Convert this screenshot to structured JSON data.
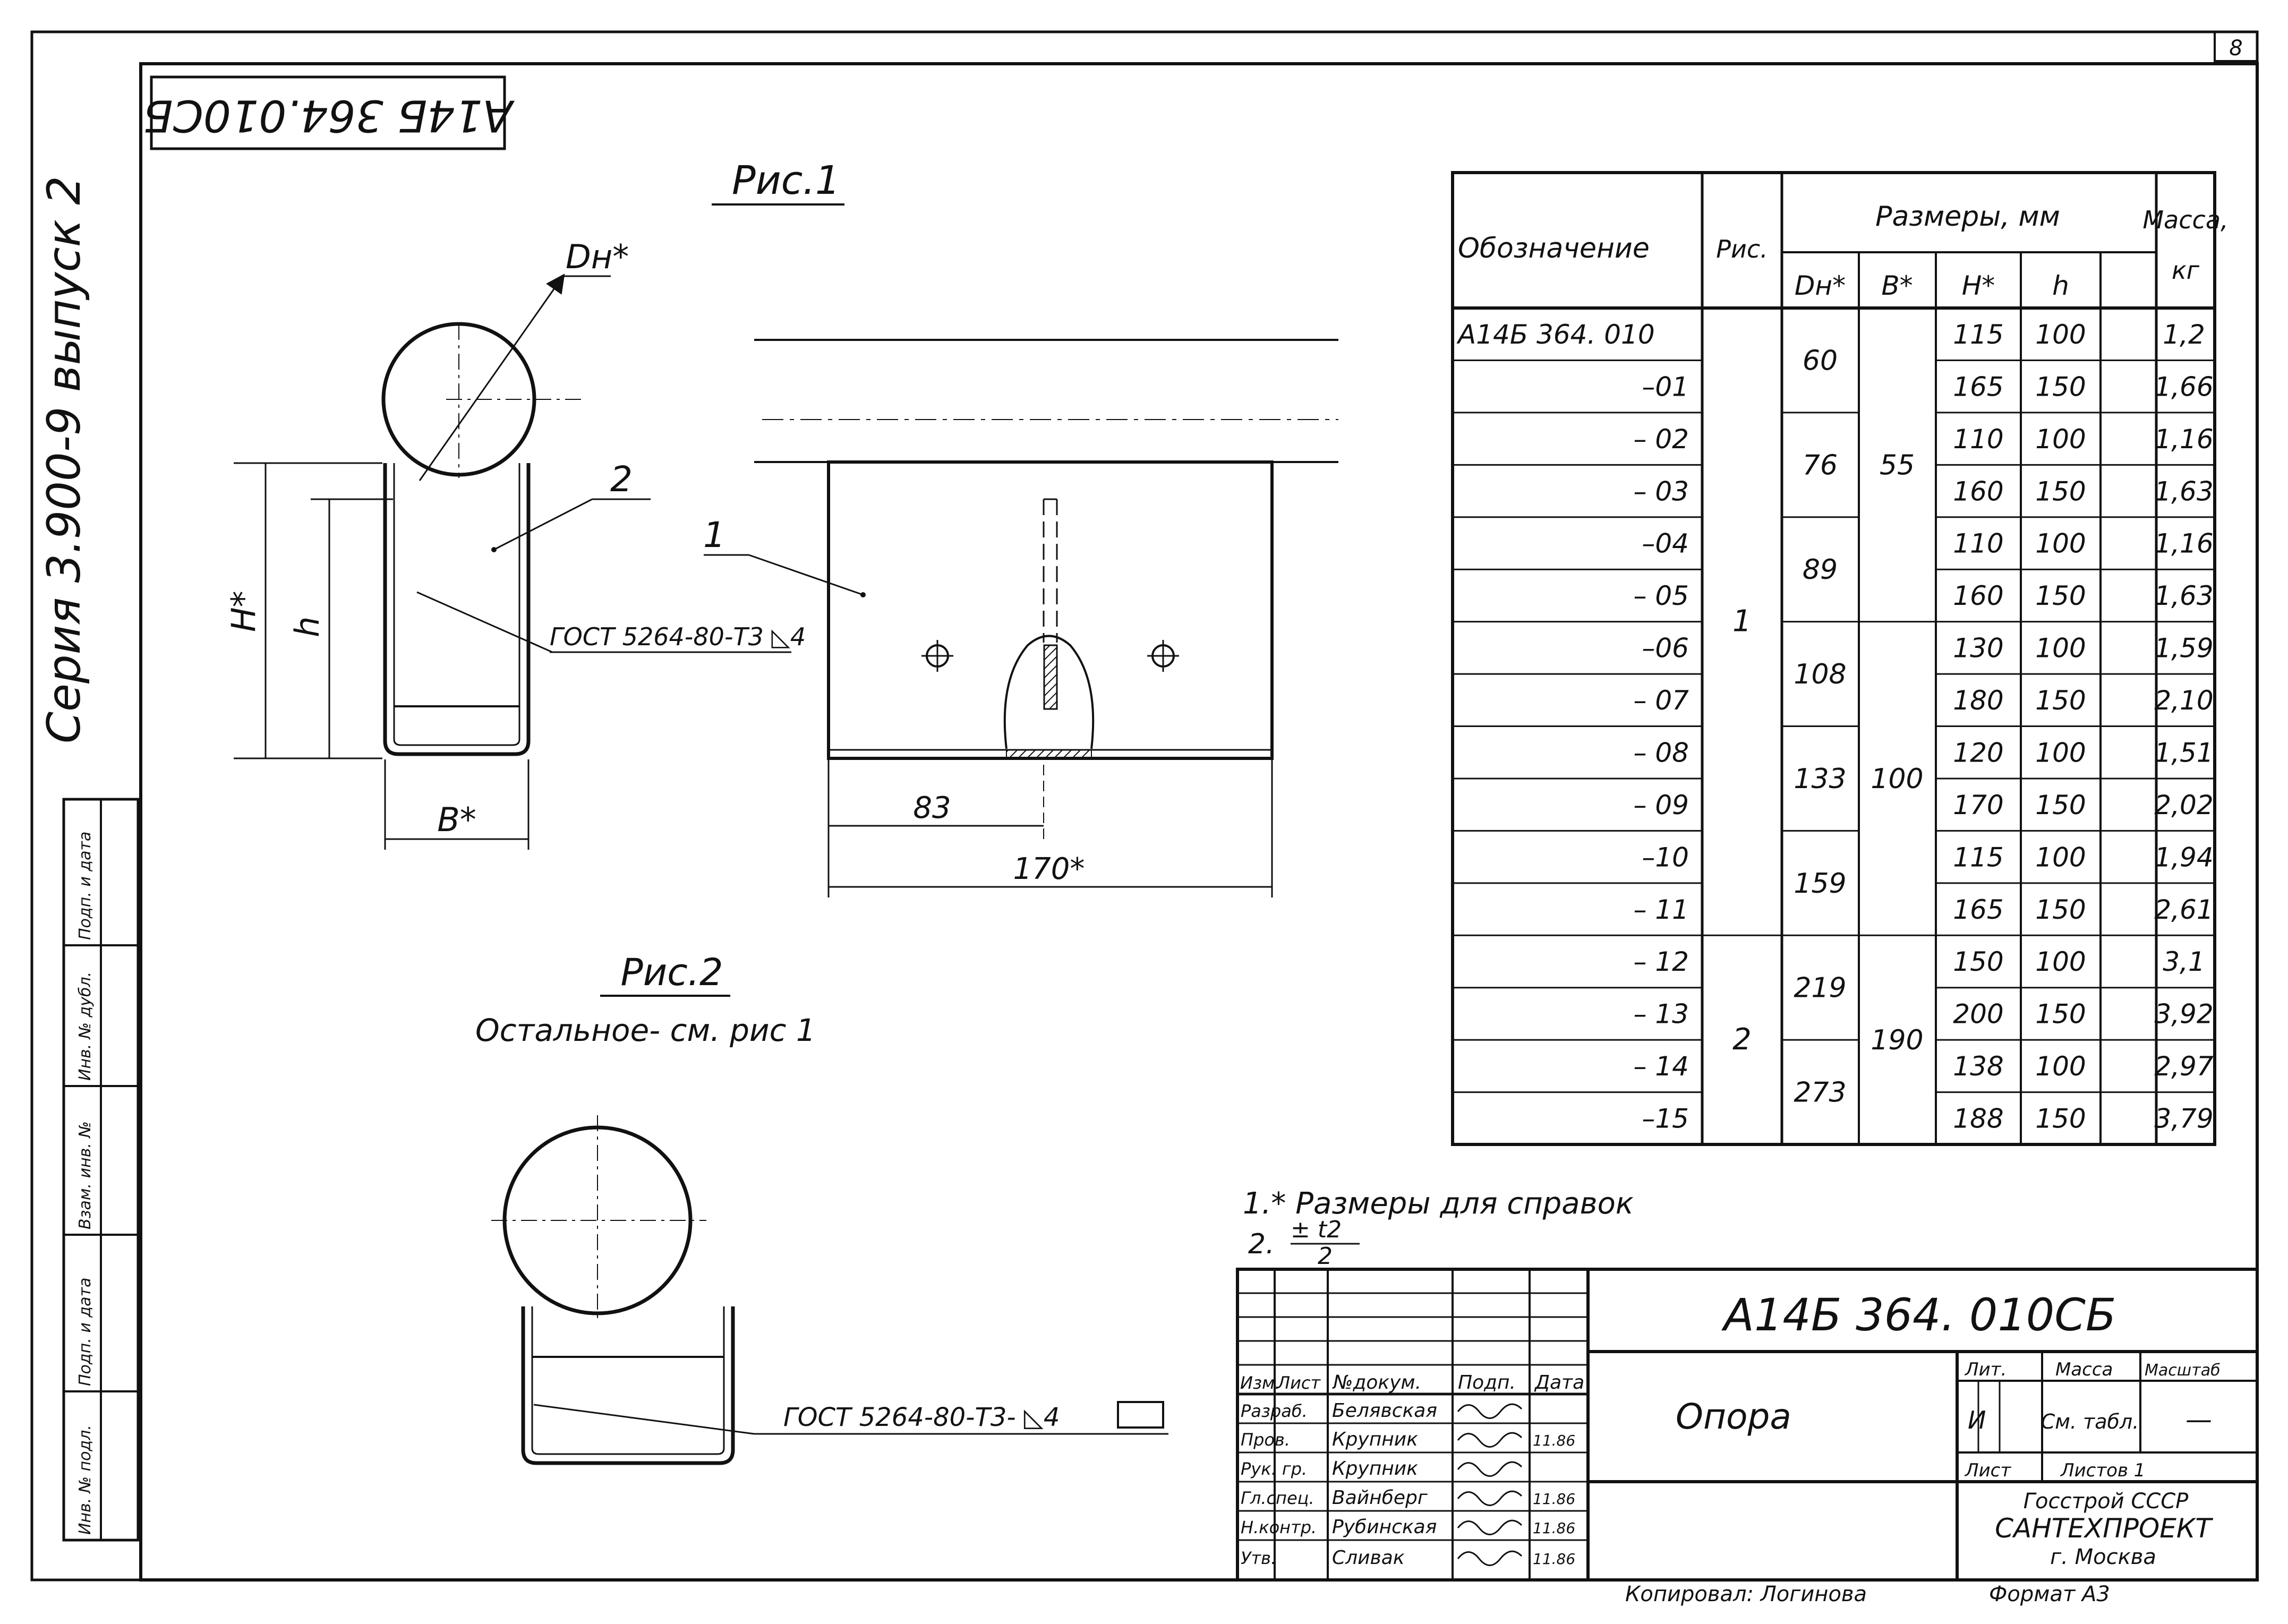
{
  "sheet_number": "8",
  "stamp_code": "А14Б 364.010СБ",
  "series_text": "Серия 3.900-9 выпуск 2",
  "colors": {
    "ink": "#111111",
    "paper": "#ffffff"
  },
  "fig1": {
    "caption": "Рис.1",
    "dn_label": "Dн*",
    "h_star_label": "Н*",
    "h_label": "h",
    "b_star_label": "В*",
    "callout_2": "2",
    "callout_1": "1",
    "weld_note": "ГОСТ 5264-80-Т3 ◺4",
    "dim_83": "83",
    "dim_170": "170*"
  },
  "fig2": {
    "caption": "Рис.2",
    "note": "Остальное- см. рис 1",
    "weld_note": "ГОСТ 5264-80-Т3- ◺4"
  },
  "table": {
    "headers": {
      "designation": "Обозначение",
      "fig": "Рис.",
      "sizes": "Размеры, мм",
      "dn": "Dн*",
      "b": "В*",
      "h_star": "Н*",
      "h": "h",
      "mass": "Масса,",
      "mass_unit": "кг"
    },
    "rows": [
      {
        "designation": "А14Б 364. 010",
        "H": "115",
        "h": "100",
        "mass": "1,2"
      },
      {
        "designation": "–01",
        "H": "165",
        "h": "150",
        "mass": "1,66"
      },
      {
        "designation": "– 02",
        "H": "110",
        "h": "100",
        "mass": "1,16"
      },
      {
        "designation": "– 03",
        "H": "160",
        "h": "150",
        "mass": "1,63"
      },
      {
        "designation": "–04",
        "H": "110",
        "h": "100",
        "mass": "1,16"
      },
      {
        "designation": "– 05",
        "H": "160",
        "h": "150",
        "mass": "1,63"
      },
      {
        "designation": "–06",
        "H": "130",
        "h": "100",
        "mass": "1,59"
      },
      {
        "designation": "– 07",
        "H": "180",
        "h": "150",
        "mass": "2,10"
      },
      {
        "designation": "– 08",
        "H": "120",
        "h": "100",
        "mass": "1,51"
      },
      {
        "designation": "– 09",
        "H": "170",
        "h": "150",
        "mass": "2,02"
      },
      {
        "designation": "–10",
        "H": "115",
        "h": "100",
        "mass": "1,94"
      },
      {
        "designation": "– 11",
        "H": "165",
        "h": "150",
        "mass": "2,61"
      },
      {
        "designation": "– 12",
        "H": "150",
        "h": "100",
        "mass": "3,1"
      },
      {
        "designation": "– 13",
        "H": "200",
        "h": "150",
        "mass": "3,92"
      },
      {
        "designation": "– 14",
        "H": "138",
        "h": "100",
        "mass": "2,97"
      },
      {
        "designation": "–15",
        "H": "188",
        "h": "150",
        "mass": "3,79"
      }
    ],
    "fig_groups": [
      "1",
      "2"
    ],
    "dn_groups": [
      "60",
      "76",
      "89",
      "108",
      "133",
      "159",
      "219",
      "273"
    ],
    "b_groups": [
      "55",
      "100",
      "190"
    ]
  },
  "notes": {
    "line1": "1.* Размеры для справок",
    "line2_prefix": "2.",
    "line2_fraction_top": "± t2",
    "line2_fraction_bottom": "2"
  },
  "title_block": {
    "code": "А14Б 364. 010СБ",
    "name": "Опора",
    "col_headers": [
      "Изм.",
      "Лист",
      "№докум.",
      "Подп.",
      "Дата"
    ],
    "roles": [
      {
        "role": "Разраб.",
        "person": "Белявская",
        "date": ""
      },
      {
        "role": "Пров.",
        "person": "Крупник",
        "date": "11.86"
      },
      {
        "role": "Рук. гр.",
        "person": "Крупник",
        "date": ""
      },
      {
        "role": "Гл.спец.",
        "person": "Вайнберг",
        "date": "11.86"
      },
      {
        "role": "Н.контр.",
        "person": "Рубинская",
        "date": "11.86"
      },
      {
        "role": "Утв.",
        "person": "Сливак",
        "date": "11.86"
      }
    ],
    "lit_label": "Лит.",
    "mass_label": "Масса",
    "scale_label": "Масштаб",
    "lit_value": "И",
    "mass_value": "См. табл.",
    "scale_value": "—",
    "sheet_label": "Лист",
    "sheets_label": "Листов 1",
    "org_line1": "Госстрой СССР",
    "org_line2": "САНТЕХПРОЕКТ",
    "org_line3": "г. Москва"
  },
  "footer": {
    "copied": "Копировал: Логинова",
    "format": "Формат А3"
  },
  "side_stamp": {
    "cells": [
      "Инв. № подл.",
      "Подп. и дата",
      "Взам. инв. №",
      "Инв. № дубл.",
      "Подп. и дата"
    ]
  }
}
